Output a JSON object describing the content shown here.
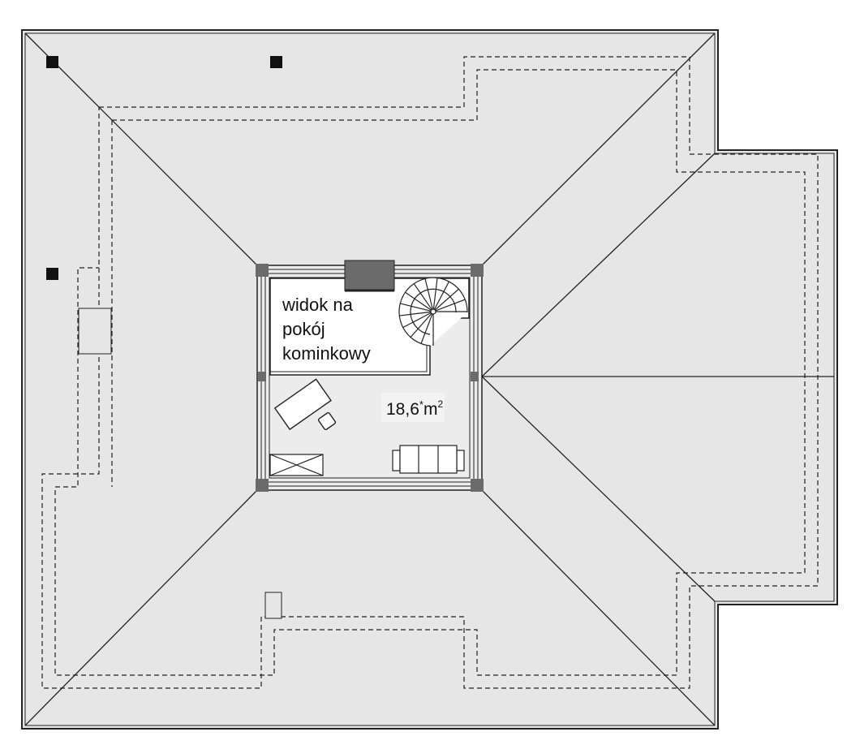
{
  "plan": {
    "room_label_lines": [
      "widok na",
      "pokój",
      "kominkowy"
    ],
    "area_value": "18,6",
    "area_mark": "*",
    "area_unit": "m",
    "area_exp": "2"
  },
  "colors": {
    "roof": "#e6e6e6",
    "room_floor": "#ececec",
    "void": "#ffffff",
    "post": "#6b6b6b",
    "line": "#222222"
  }
}
